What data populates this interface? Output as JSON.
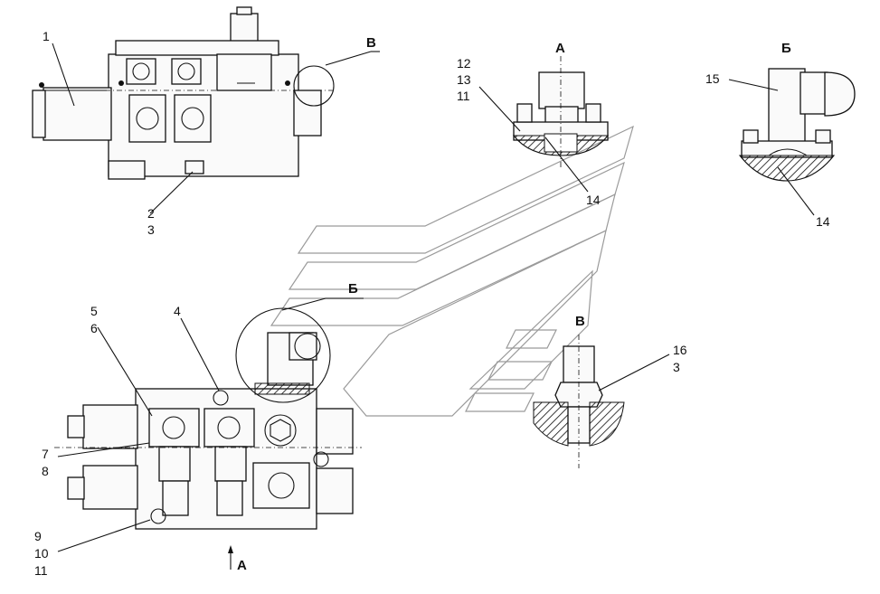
{
  "views": {
    "A_top": "А",
    "A_arrow": "А",
    "B_detail": "Б",
    "B_top": "Б",
    "V_detail": "В",
    "V_top": "В"
  },
  "callouts": {
    "c1": "1",
    "c2": "2",
    "c3": "3",
    "c4": "4",
    "c5": "5",
    "c6": "6",
    "c7": "7",
    "c8": "8",
    "c9": "9",
    "c10": "10",
    "c11": "11",
    "c12": "12",
    "c13": "13",
    "c11b": "11",
    "c14a": "14",
    "c14b": "14",
    "c15": "15",
    "c16": "16",
    "c3b": "3"
  }
}
